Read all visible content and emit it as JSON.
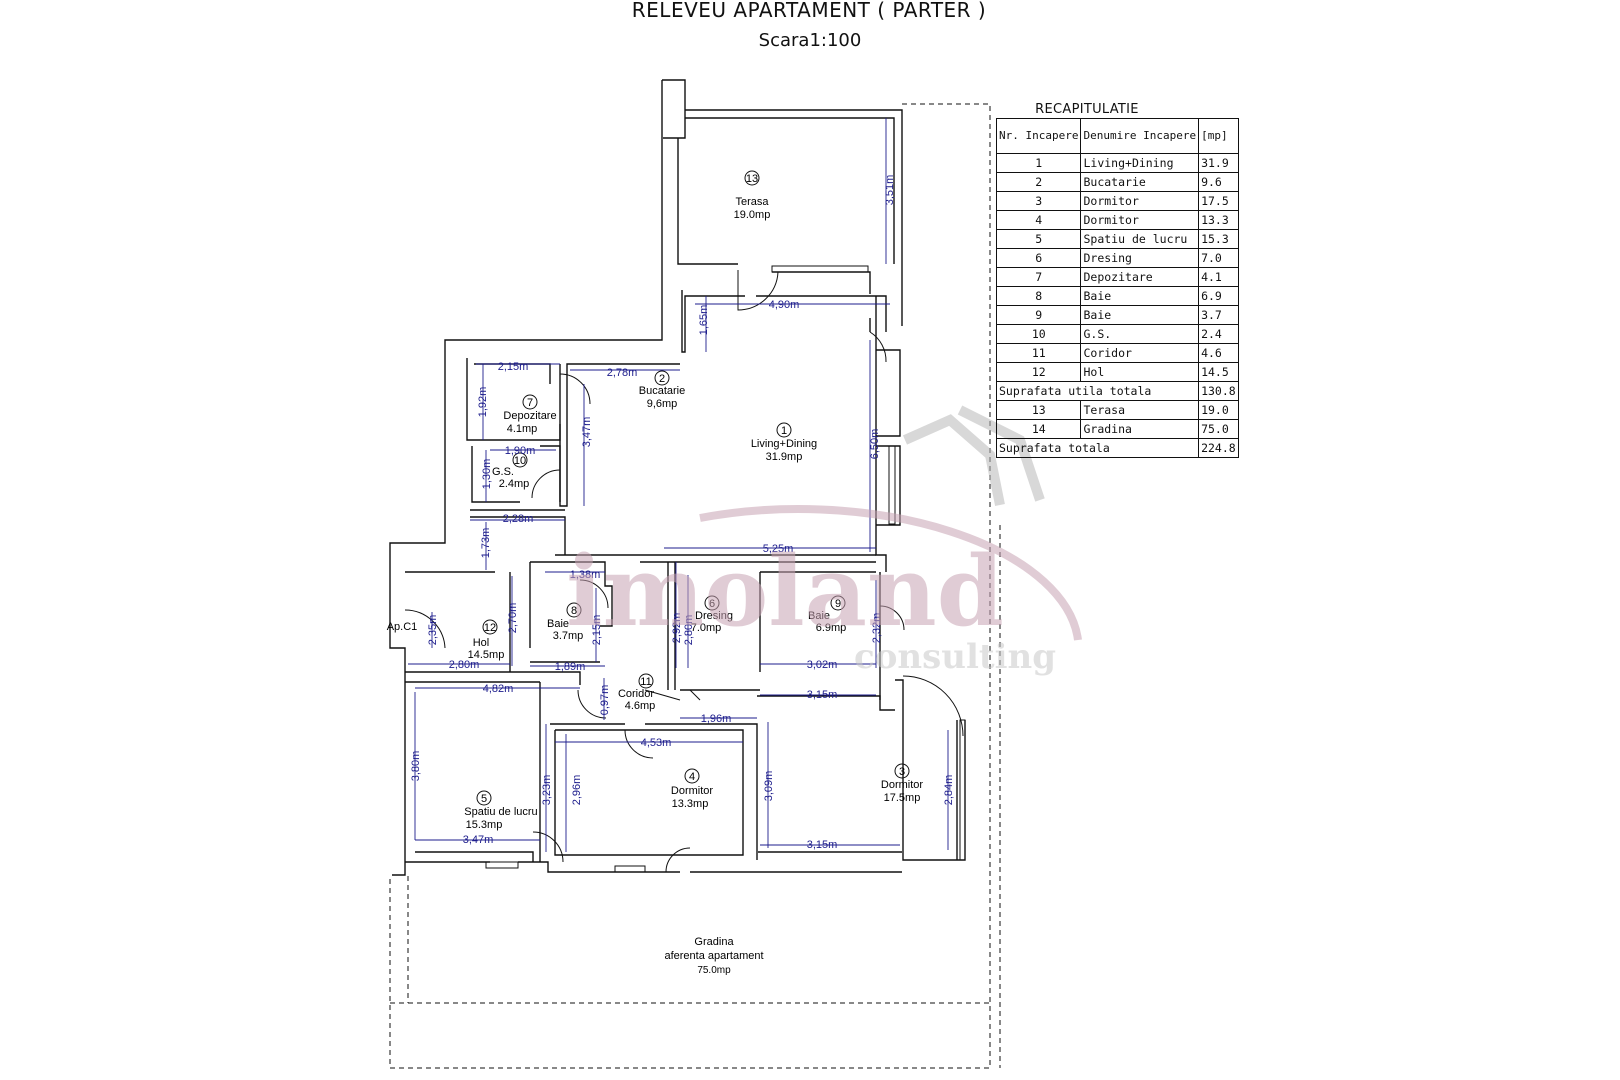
{
  "header": {
    "title": "RELEVEU APARTAMENT ( PARTER )",
    "scale": "Scara1:100"
  },
  "table": {
    "title": "RECAPITULATIE",
    "headers": [
      "Nr. Incapere",
      "Denumire Incapere",
      "[mp]"
    ],
    "rows": [
      {
        "nr": "1",
        "name": "Living+Dining",
        "area": "31.9"
      },
      {
        "nr": "2",
        "name": "Bucatarie",
        "area": "9.6"
      },
      {
        "nr": "3",
        "name": "Dormitor",
        "area": "17.5"
      },
      {
        "nr": "4",
        "name": "Dormitor",
        "area": "13.3"
      },
      {
        "nr": "5",
        "name": "Spatiu de lucru",
        "area": "15.3"
      },
      {
        "nr": "6",
        "name": "Dresing",
        "area": "7.0"
      },
      {
        "nr": "7",
        "name": "Depozitare",
        "area": "4.1"
      },
      {
        "nr": "8",
        "name": "Baie",
        "area": "6.9"
      },
      {
        "nr": "9",
        "name": "Baie",
        "area": "3.7"
      },
      {
        "nr": "10",
        "name": "G.S.",
        "area": "2.4"
      },
      {
        "nr": "11",
        "name": "Coridor",
        "area": "4.6"
      },
      {
        "nr": "12",
        "name": "Hol",
        "area": "14.5"
      }
    ],
    "subtotal": {
      "label": "Suprafata utila totala",
      "area": "130.8"
    },
    "extra_rows": [
      {
        "nr": "13",
        "name": "Terasa",
        "area": "19.0"
      },
      {
        "nr": "14",
        "name": "Gradina",
        "area": "75.0"
      }
    ],
    "total": {
      "label": "Suprafata totala",
      "area": "224.8"
    }
  },
  "rooms": {
    "r13": {
      "num": "13",
      "name": "Terasa",
      "area": "19.0mp"
    },
    "r2": {
      "num": "2",
      "name": "Bucatarie",
      "area": "9,6mp"
    },
    "r1": {
      "num": "1",
      "name": "Living+Dining",
      "area": "31.9mp"
    },
    "r7": {
      "num": "7",
      "name": "Depozitare",
      "area": "4.1mp"
    },
    "r10": {
      "num": "10",
      "name": "G.S.",
      "area": "2.4mp"
    },
    "r12": {
      "num": "12",
      "name": "Hol",
      "area": "14.5mp"
    },
    "r8": {
      "num": "8",
      "name": "Baie",
      "area": "3.7mp"
    },
    "r6": {
      "num": "6",
      "name": "Dresing",
      "area": "7.0mp"
    },
    "r9": {
      "num": "9",
      "name": "Baie",
      "area": "6.9mp"
    },
    "r11": {
      "num": "11",
      "name": "Coridor",
      "area": "4.6mp"
    },
    "r5": {
      "num": "5",
      "name": "Spatiu de lucru",
      "area": "15.3mp"
    },
    "r4": {
      "num": "4",
      "name": "Dormitor",
      "area": "13.3mp"
    },
    "r3": {
      "num": "3",
      "name": "Dormitor",
      "area": "17.5mp"
    },
    "garden": {
      "name": "Gradina",
      "line2": "aferenta apartament",
      "area": "75.0mp"
    }
  },
  "entry_label": "Ap.C1",
  "dimensions": {
    "d351": "3,51m",
    "d490": "4,90m",
    "d165": "1,65m",
    "d215": "2,15m",
    "d278": "2,78m",
    "d192": "1,92m",
    "d347a": "3,47m",
    "d190": "1,90m",
    "d130": "1,30m",
    "d228": "2,28m",
    "d173": "1,73m",
    "d650": "6,50m",
    "d525": "5,25m",
    "d138": "1,38m",
    "d270": "2,70m",
    "d235": "2,35m",
    "d215b": "2,15m",
    "d292": "2,92m",
    "d280v": "2,80m",
    "d232": "2,32m",
    "d280": "2,80m",
    "d189": "1,89m",
    "d302": "3,02m",
    "d482": "4,82m",
    "d097": "0,97m",
    "d315a": "3,15m",
    "d196": "1,96m",
    "d453": "4,53m",
    "d380": "3,80m",
    "d323": "3,23m",
    "d296": "2,96m",
    "d309": "3,09m",
    "d284": "2,84m",
    "d347b": "3,47m",
    "d315b": "3,15m"
  },
  "watermark": {
    "brand": "imoland",
    "tagline": "consulting",
    "color": "#c8a3b3"
  }
}
